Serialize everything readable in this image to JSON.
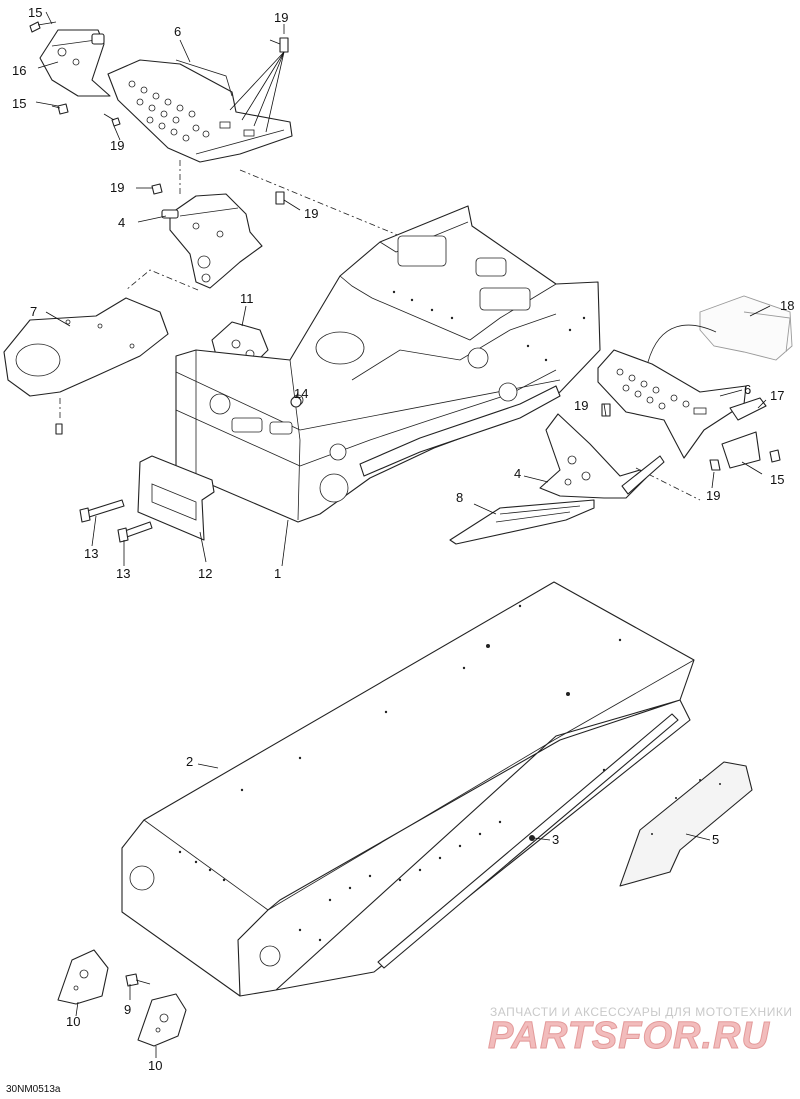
{
  "figure_ref": "30NM0513a",
  "callouts": {
    "c1": "1",
    "c2": "2",
    "c3": "3",
    "c4a": "4",
    "c4b": "4",
    "c5": "5",
    "c6a": "6",
    "c6b": "6",
    "c7": "7",
    "c8": "8",
    "c9": "9",
    "c10a": "10",
    "c10b": "10",
    "c11": "11",
    "c12": "12",
    "c13a": "13",
    "c13b": "13",
    "c14": "14",
    "c15a": "15",
    "c15b": "15",
    "c15c": "15",
    "c16": "16",
    "c17": "17",
    "c18": "18",
    "c19a": "19",
    "c19b": "19",
    "c19c": "19",
    "c19d": "19",
    "c19e": "19",
    "c19f": "19"
  },
  "watermark": {
    "tagline": "ЗАПЧАСТИ И АКСЕССУАРЫ ДЛЯ МОТОТЕХНИКИ",
    "logo": "PARTSFOR.RU"
  }
}
